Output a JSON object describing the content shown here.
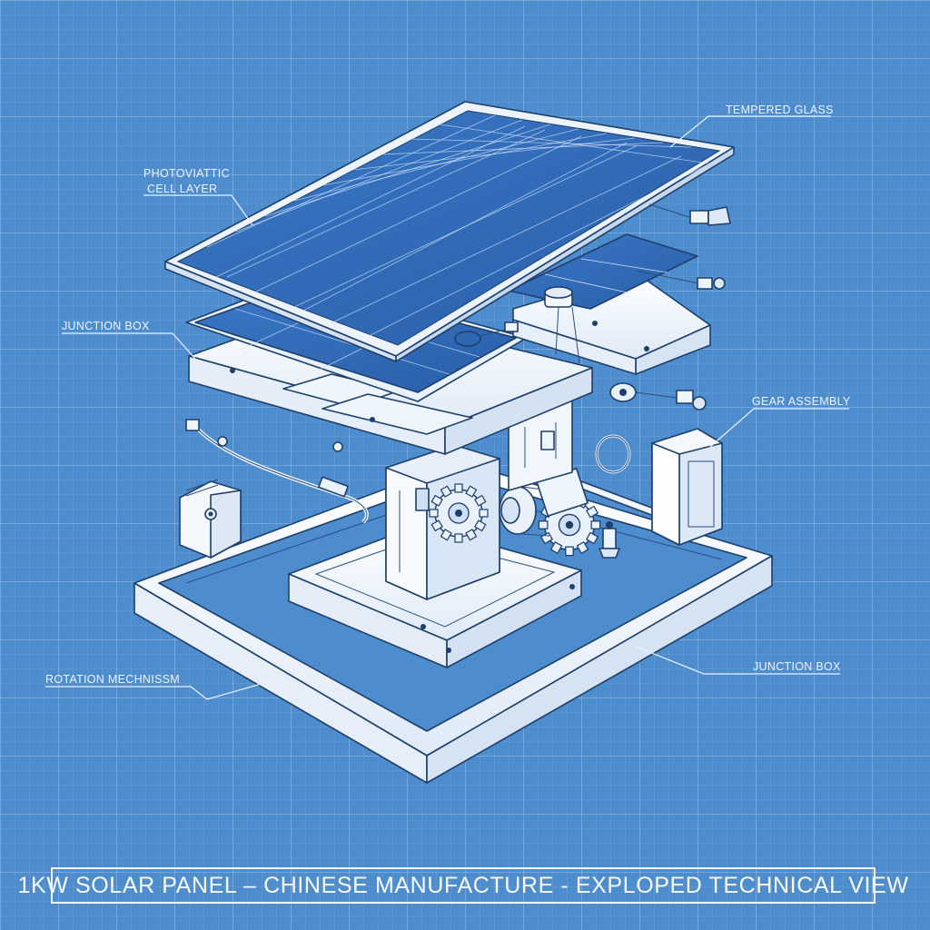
{
  "labels": {
    "tempered_glass": "TEMPERED GLASS",
    "pv_line1": "PHOTOVIATTIC",
    "pv_line2": "CELL LAYER",
    "junction_box_left": "JUNCTION BOX",
    "gear_assembly": "GEAR ASSEMBLY",
    "rotation_mechanism": "ROTATION MECHNISSM",
    "junction_box_right": "JUNCTION BOX"
  },
  "title": "1KW SOLAR PANEL – CHINESE MANUFACTURE - EXPLOPED TECHNICAL VIEW",
  "colors": {
    "background": "#4d8ccd",
    "panel_blue": "#2f66b3",
    "part_white": "#f3f7fc",
    "ink": "#1d3f6b",
    "label": "#eef5ff"
  },
  "icons": [
    "gear-icon",
    "bolt-icon",
    "motor-icon",
    "terminal-icon"
  ]
}
